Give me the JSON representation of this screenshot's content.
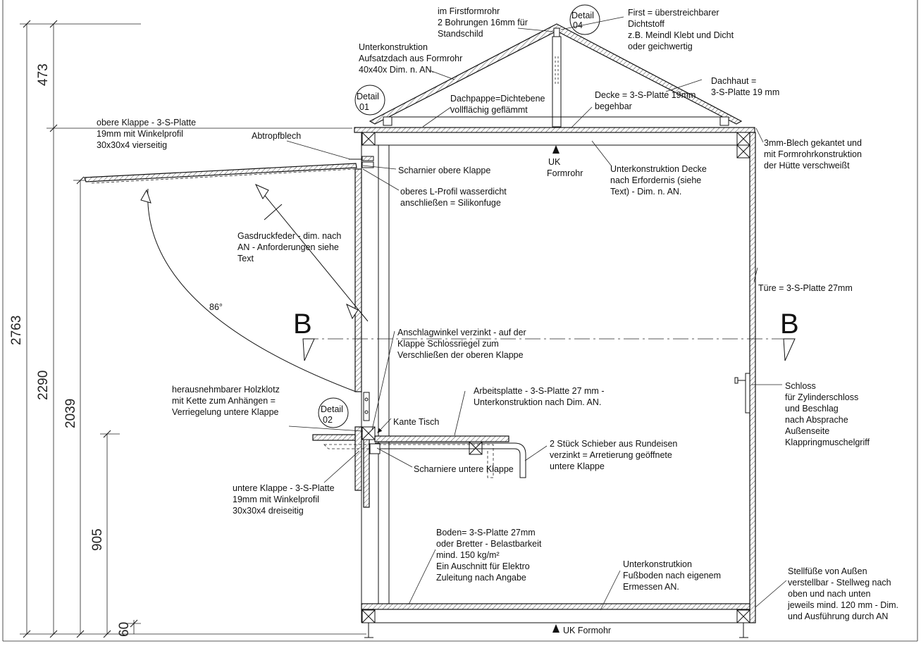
{
  "dimensions": {
    "d473": "473",
    "d2763": "2763",
    "d2290": "2290",
    "d2039": "2039",
    "d905": "905",
    "d60": "60"
  },
  "section": {
    "left": "B",
    "right": "B"
  },
  "angle": "86°",
  "details": {
    "d01": [
      "Detail",
      "01"
    ],
    "d02": [
      "Detail",
      "02"
    ],
    "d04": [
      "Detail",
      "04"
    ]
  },
  "labels": {
    "firstformrohr": [
      "im Firstformrohr",
      "2 Bohrungen 16mm für",
      "Standschild"
    ],
    "first": [
      "First = überstreichbarer",
      "Dichtstoff",
      "z.B. Meindl Klebt und Dicht",
      "oder geichwertig"
    ],
    "unterkonstruktion_dach": [
      "Unterkonstruktion",
      "Aufsatzdach aus Formrohr",
      "40x40x Dim. n. AN."
    ],
    "dachhaut": [
      "Dachhaut =",
      "3-S-Platte 19 mm"
    ],
    "dachpappe": [
      "Dachpappe=Dichtebene",
      "vollflächig geflämmt"
    ],
    "decke": [
      "Decke = 3-S-Platte 19mm",
      "begehbar"
    ],
    "obere_klappe": [
      "obere Klappe  - 3-S-Platte",
      "19mm mit Winkelprofil",
      "30x30x4 vierseitig"
    ],
    "abtropfblech": [
      "Abtropfblech"
    ],
    "blech": [
      "3mm-Blech gekantet und",
      "mit Formrohrkonstruktion",
      "der Hütte verschweißt"
    ],
    "uk_formrohr_top": [
      "UK",
      "Formrohr"
    ],
    "unterkonstruktion_decke": [
      "Unterkonstruktion Decke",
      "nach Erfordernis (siehe",
      "Text) - Dim. n. AN."
    ],
    "scharnier_obere": [
      "Scharnier obere Klappe"
    ],
    "l_profil": [
      "oberes L-Profil wasserdicht",
      "anschließen = Silikonfuge"
    ],
    "gasdruckfeder": [
      "Gasdruckfeder - dim. nach",
      "AN - Anforderungen siehe",
      "Text"
    ],
    "tuere": [
      "Türe = 3-S-Platte 27mm"
    ],
    "anschlagwinkel": [
      "Anschlagwinkel verzinkt - auf der",
      "Klappe Schlossriegel zum",
      "Verschließen der oberen Klappe"
    ],
    "holzklotz": [
      "herausnehmbarer Holzklotz",
      "mit Kette zum Anhängen =",
      "Verriegelung untere Klappe"
    ],
    "arbeitsplatte": [
      "Arbeitsplatte - 3-S-Platte 27 mm -",
      "Unterkonstruktion nach Dim. AN."
    ],
    "schloss": [
      "Schloss",
      "für Zylinderschloss",
      "und Beschlag",
      "nach Absprache",
      "Außenseite",
      "Klappringmuschelgriff"
    ],
    "kante_tisch": [
      "Kante Tisch"
    ],
    "schieber": [
      "2 Stück Schieber aus Rundeisen",
      "verzinkt = Arretierung geöffnete",
      "untere Klappe"
    ],
    "scharniere_untere": [
      "Scharniere untere Klappe"
    ],
    "untere_klappe": [
      "untere Klappe  - 3-S-Platte",
      "19mm mit Winkelprofil",
      "30x30x4 dreiseitig"
    ],
    "boden": [
      "Boden= 3-S-Platte 27mm",
      "oder Bretter - Belastbarkeit",
      "mind. 150 kg/m²",
      "Ein Auschnitt für Elektro",
      "Zuleitung nach Angabe"
    ],
    "unterkonstruktion_boden": [
      "Unterkonstrutkion",
      "Fußboden nach eigenem",
      "Ermessen AN."
    ],
    "stellfuesse": [
      "Stellfüße von Außen",
      "verstellbar - Stellweg nach",
      "oben und nach unten",
      "jeweils mind. 120 mm - Dim.",
      "und Ausführung durch AN"
    ],
    "uk_formohr_bottom": [
      "UK Formohr"
    ]
  }
}
